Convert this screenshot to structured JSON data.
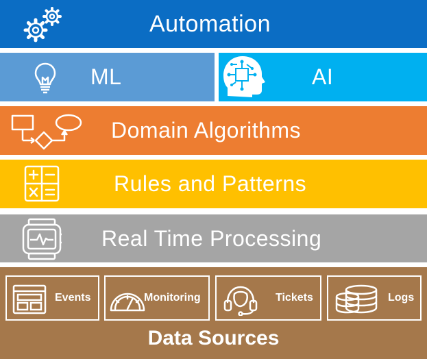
{
  "layers": {
    "automation": {
      "label": "Automation",
      "icon": "gears-icon",
      "color": "#0b6dc4"
    },
    "ml": {
      "label": "ML",
      "icon": "lightbulb-icon",
      "color": "#5b9bd5"
    },
    "ai": {
      "label": "AI",
      "icon": "circuit-head-icon",
      "color": "#00b0f0"
    },
    "domain_algorithms": {
      "label": "Domain Algorithms",
      "icon": "flowchart-icon",
      "color": "#ed7d31"
    },
    "rules_patterns": {
      "label": "Rules and Patterns",
      "icon": "calculator-icon",
      "color": "#ffc000"
    },
    "real_time": {
      "label": "Real Time Processing",
      "icon": "heart-monitor-icon",
      "color": "#a5a5a5"
    }
  },
  "data_sources": {
    "title": "Data Sources",
    "color": "#a5784b",
    "items": [
      {
        "label": "Events",
        "icon": "window-icon"
      },
      {
        "label": "Monitoring",
        "icon": "gauge-icon"
      },
      {
        "label": "Tickets",
        "icon": "headset-icon"
      },
      {
        "label": "Logs",
        "icon": "database-icon"
      }
    ]
  }
}
